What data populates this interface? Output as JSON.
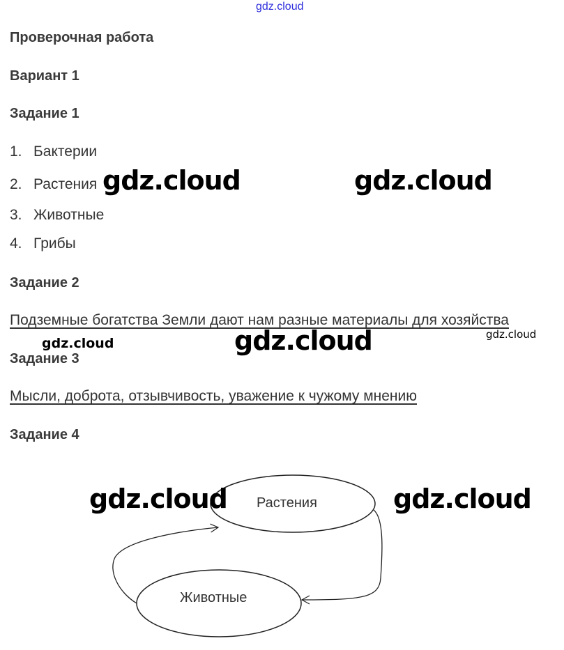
{
  "watermark": "gdz.cloud",
  "title": "Проверочная работа",
  "variant": "Вариант 1",
  "task1": {
    "heading": "Задание 1",
    "items": [
      {
        "num": "1.",
        "text": "Бактерии"
      },
      {
        "num": "2.",
        "text": "Растения"
      },
      {
        "num": "3.",
        "text": "Животные"
      },
      {
        "num": "4.",
        "text": "Грибы"
      }
    ]
  },
  "task2": {
    "heading": "Задание 2",
    "answer": "Подземные богатства Земли дают нам разные материалы для хозяйства"
  },
  "task3": {
    "heading": "Задание 3",
    "answer": "Мысли, доброта, отзывчивость, уважение к чужому мнению"
  },
  "task4": {
    "heading": "Задание 4",
    "diagram": {
      "nodes": [
        "Растения",
        "Животные"
      ]
    }
  }
}
